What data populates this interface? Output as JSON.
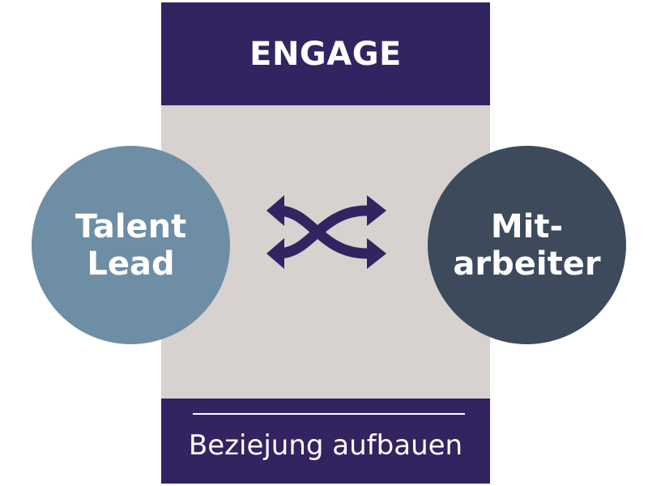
{
  "header": {
    "title": "ENGAGE"
  },
  "footer": {
    "label": "Beziejung aufbauen"
  },
  "left_node": {
    "line1": "Talent",
    "line2": "Lead"
  },
  "right_node": {
    "line1": "Mit-",
    "line2": "arbeiter"
  },
  "colors": {
    "band": "#322460",
    "panel": "#d7d2cf",
    "left_circle": "#6d8ea5",
    "right_circle": "#3c4a5c",
    "icon": "#322460"
  },
  "icons": {
    "center": "shuffle-arrows-icon"
  }
}
